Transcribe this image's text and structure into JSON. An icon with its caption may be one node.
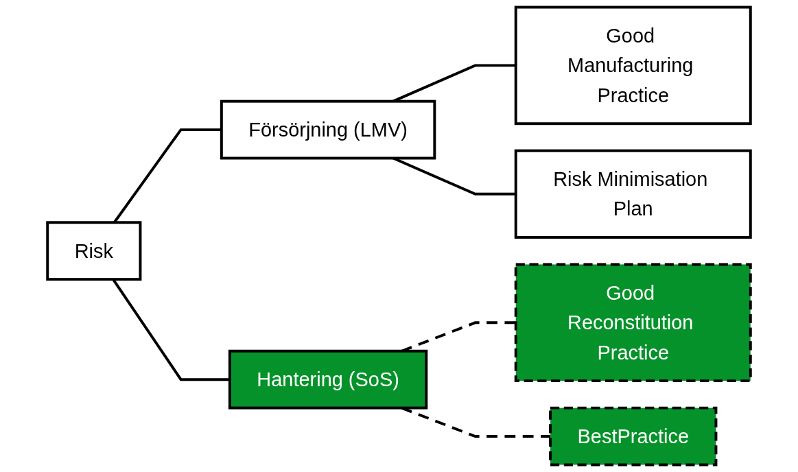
{
  "diagram": {
    "nodes": [
      {
        "text": [
          "Risk"
        ]
      },
      {
        "text": [
          "Försörjning (LMV)"
        ]
      },
      {
        "text": [
          "Hantering (SoS)"
        ]
      },
      {
        "text": [
          "Good Manufacturing Practice"
        ]
      },
      {
        "text": [
          "Risk Minimisation Plan"
        ]
      },
      {
        "text": [
          "Good Reconstitution Practice"
        ]
      },
      {
        "text": [
          "BestPractice"
        ]
      }
    ],
    "edges": [
      {
        "from": 0,
        "to": 1,
        "arrow": "none"
      },
      {
        "from": 0,
        "to": 2,
        "arrow": "none"
      },
      {
        "from": 1,
        "to": 3,
        "arrow": "none"
      },
      {
        "from": 1,
        "to": 4,
        "arrow": "none"
      },
      {
        "from": 2,
        "to": 5,
        "arrow": "none",
        "style": "dashed"
      },
      {
        "from": 2,
        "to": 6,
        "arrow": "none",
        "style": "dashed"
      }
    ]
  }
}
